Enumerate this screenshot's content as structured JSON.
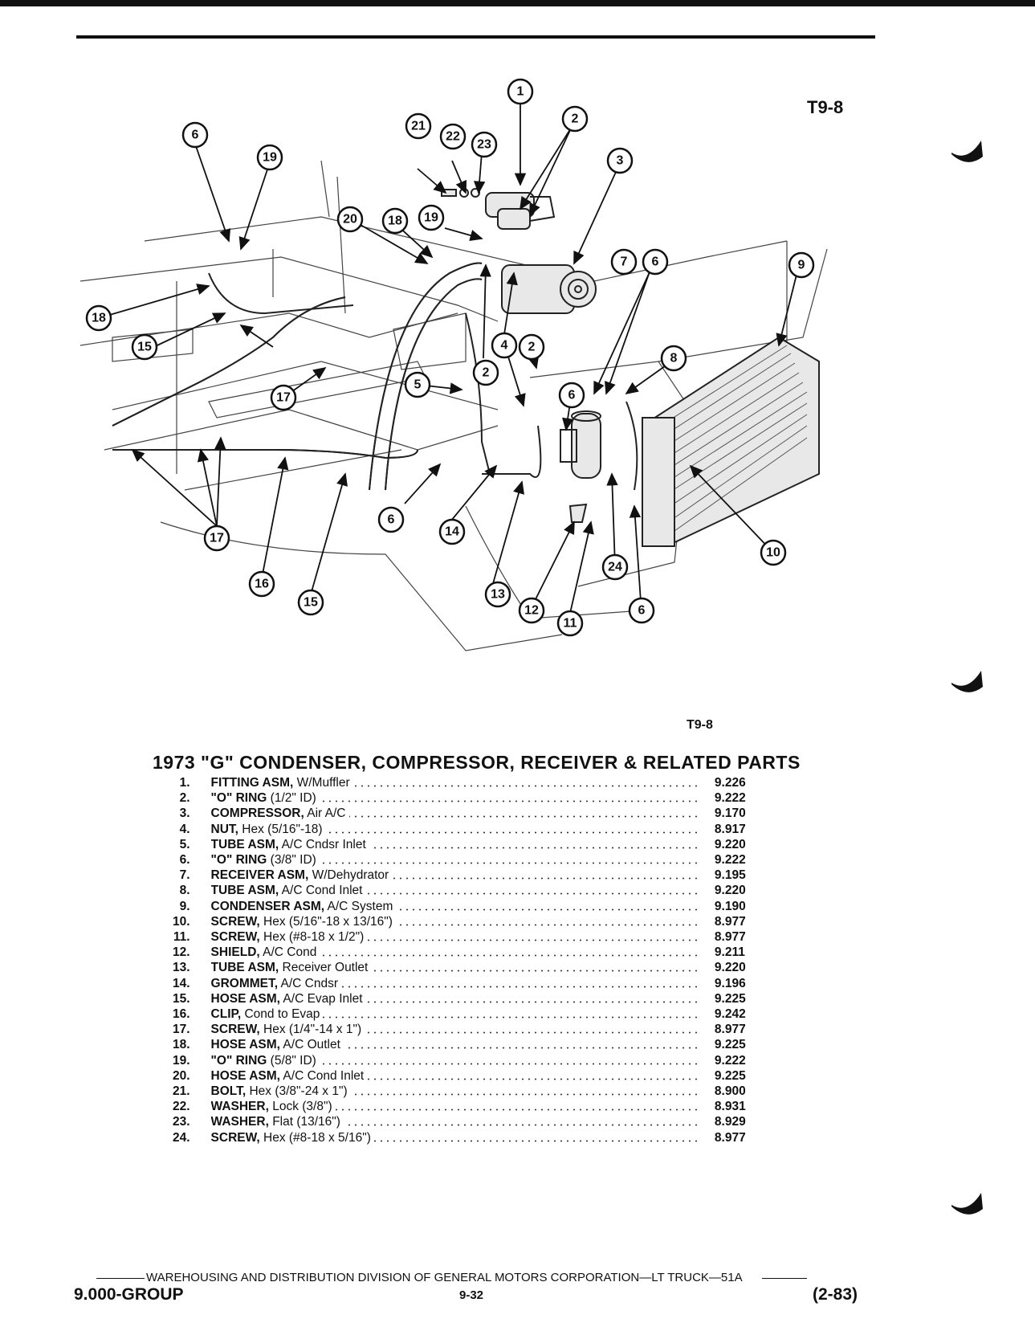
{
  "figure_code": "T9-8",
  "figure_code_caption": "T9-8",
  "diagram": {
    "callouts": [
      "1",
      "2",
      "3",
      "6",
      "7",
      "8",
      "9",
      "10",
      "11",
      "12",
      "13",
      "14",
      "15",
      "16",
      "17",
      "18",
      "19",
      "20",
      "21",
      "22",
      "23",
      "24",
      "4",
      "5"
    ]
  },
  "parts_table": {
    "title": "1973 \"G\" CONDENSER, COMPRESSOR, RECEIVER & RELATED PARTS",
    "rows": [
      {
        "num": "1.",
        "name": "FITTING ASM,",
        "detail": " W/Muffler",
        "code": "9.226"
      },
      {
        "num": "2.",
        "name": "\"O\" RING",
        "detail": " (1/2\" ID)",
        "code": "9.222"
      },
      {
        "num": "3.",
        "name": "COMPRESSOR,",
        "detail": " Air A/C",
        "code": "9.170"
      },
      {
        "num": "4.",
        "name": "NUT,",
        "detail": " Hex (5/16\"-18)",
        "code": "8.917"
      },
      {
        "num": "5.",
        "name": "TUBE ASM,",
        "detail": " A/C Cndsr Inlet",
        "code": "9.220"
      },
      {
        "num": "6.",
        "name": "\"O\" RING",
        "detail": " (3/8\" ID)",
        "code": "9.222"
      },
      {
        "num": "7.",
        "name": "RECEIVER ASM,",
        "detail": " W/Dehydrator",
        "code": "9.195"
      },
      {
        "num": "8.",
        "name": "TUBE ASM,",
        "detail": " A/C Cond Inlet",
        "code": "9.220"
      },
      {
        "num": "9.",
        "name": "CONDENSER ASM,",
        "detail": " A/C System",
        "code": "9.190"
      },
      {
        "num": "10.",
        "name": "SCREW,",
        "detail": " Hex (5/16\"-18 x 13/16\")",
        "code": "8.977"
      },
      {
        "num": "11.",
        "name": "SCREW,",
        "detail": " Hex (#8-18 x 1/2\")",
        "code": "8.977"
      },
      {
        "num": "12.",
        "name": "SHIELD,",
        "detail": " A/C Cond",
        "code": "9.211"
      },
      {
        "num": "13.",
        "name": "TUBE ASM,",
        "detail": " Receiver Outlet",
        "code": "9.220"
      },
      {
        "num": "14.",
        "name": "GROMMET,",
        "detail": " A/C Cndsr",
        "code": "9.196"
      },
      {
        "num": "15.",
        "name": "HOSE ASM,",
        "detail": " A/C Evap Inlet",
        "code": "9.225"
      },
      {
        "num": "16.",
        "name": "CLIP,",
        "detail": " Cond to Evap",
        "code": "9.242"
      },
      {
        "num": "17.",
        "name": "SCREW,",
        "detail": " Hex (1/4\"-14 x 1\")",
        "code": "8.977"
      },
      {
        "num": "18.",
        "name": "HOSE ASM,",
        "detail": " A/C Outlet",
        "code": "9.225"
      },
      {
        "num": "19.",
        "name": "\"O\" RING",
        "detail": " (5/8\" ID)",
        "code": "9.222"
      },
      {
        "num": "20.",
        "name": "HOSE ASM,",
        "detail": " A/C Cond Inlet",
        "code": "9.225"
      },
      {
        "num": "21.",
        "name": "BOLT,",
        "detail": " Hex (3/8\"-24 x 1\")",
        "code": "8.900"
      },
      {
        "num": "22.",
        "name": "WASHER,",
        "detail": " Lock (3/8\")",
        "code": "8.931"
      },
      {
        "num": "23.",
        "name": "WASHER,",
        "detail": " Flat (13/16\")",
        "code": "8.929"
      },
      {
        "num": "24.",
        "name": "SCREW,",
        "detail": " Hex (#8-18 x 5/16\")",
        "code": "8.977"
      }
    ]
  },
  "footer": {
    "publisher": "WAREHOUSING AND DISTRIBUTION  DIVISION OF GENERAL MOTORS CORPORATION—LT TRUCK—51A",
    "group": "9.000-GROUP",
    "page": "9-32",
    "date": "(2-83)"
  }
}
